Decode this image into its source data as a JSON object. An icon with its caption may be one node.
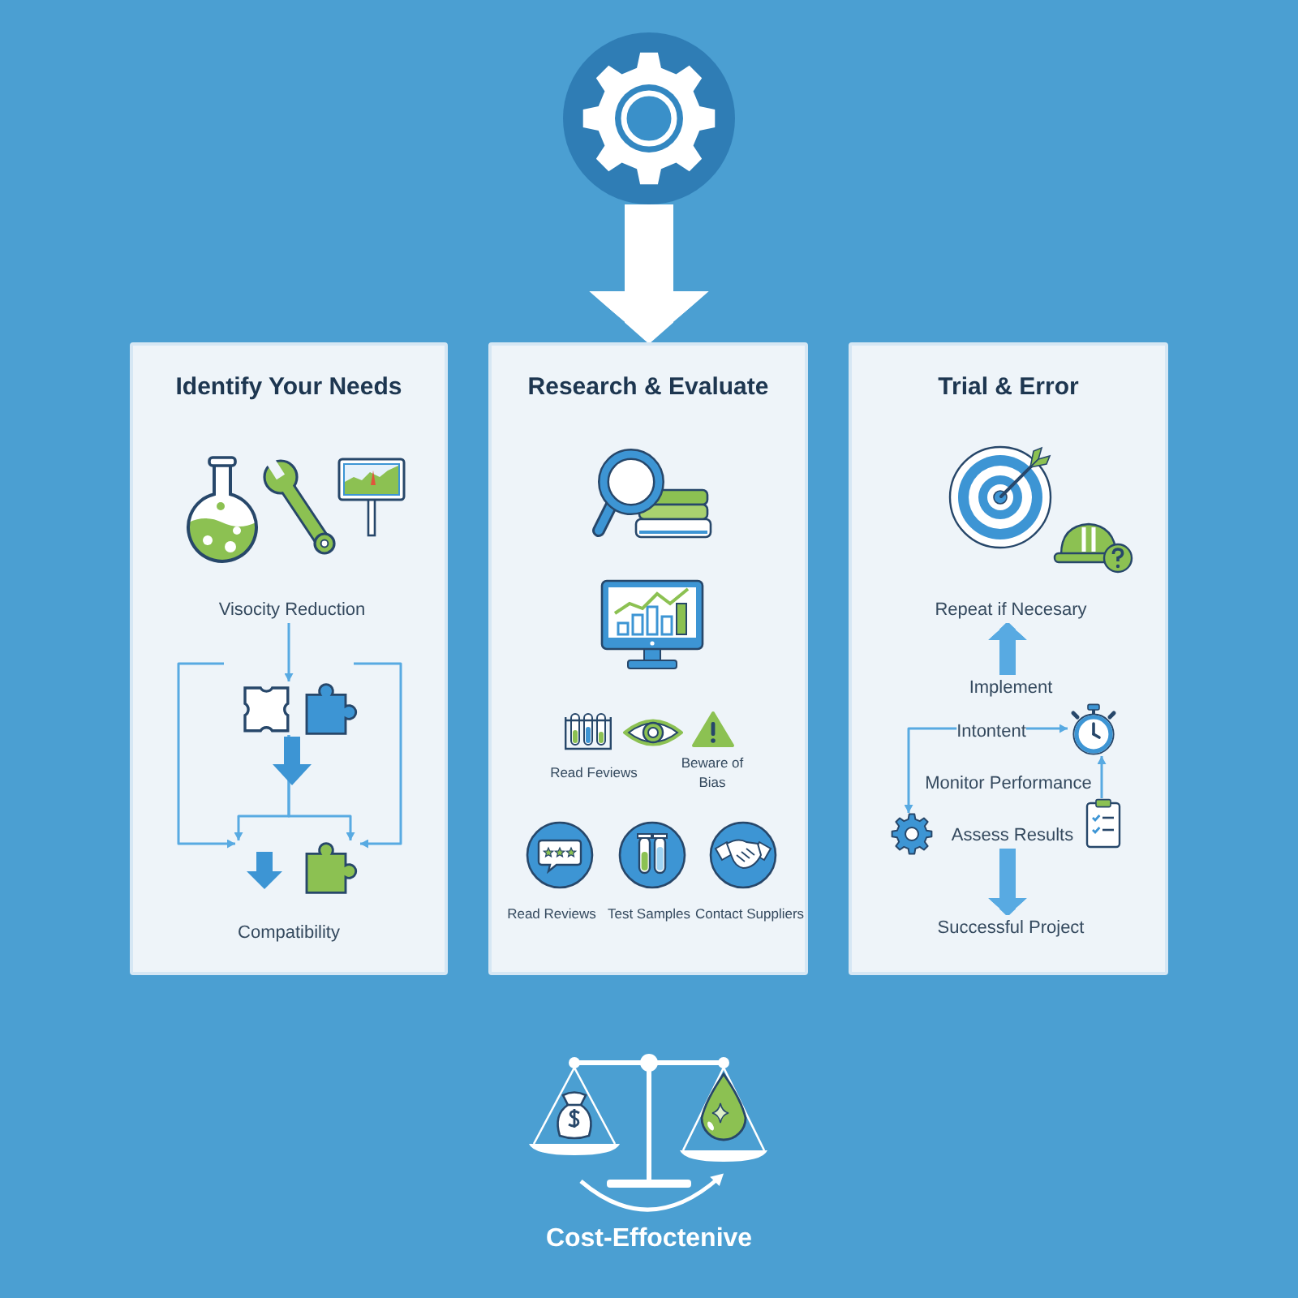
{
  "diagram": {
    "nodes": [
      {
        "text": [],
        "shape": "circle"
      },
      {
        "text": [
          "Identify Your Needs",
          "Compatibility"
        ]
      },
      {
        "text": [
          "Visocity Reduction"
        ],
        "in": 1
      },
      {
        "text": [],
        "shape": "picture",
        "in": 1
      },
      {
        "text": [],
        "shape": "picture",
        "in": 1
      },
      {
        "text": [
          "Research & Evaluate",
          "Read Feviews",
          "Beware of Bias",
          "Read Reviews",
          "Test Samples",
          "Contact Suppliers"
        ]
      },
      {
        "text": [
          "Trial & Error",
          "Monitor Performance"
        ]
      },
      {
        "text": [
          "Repeat if Necesary"
        ],
        "in": 6
      },
      {
        "text": [
          "Implement"
        ],
        "in": 6
      },
      {
        "text": [
          "Intontent"
        ],
        "in": 6
      },
      {
        "text": [],
        "shape": "picture",
        "in": 6
      },
      {
        "text": [],
        "shape": "picture",
        "in": 6
      },
      {
        "text": [],
        "shape": "picture",
        "in": 6
      },
      {
        "text": [
          "Assess Results"
        ],
        "in": 6
      },
      {
        "text": [
          "Successful Project"
        ],
        "in": 6
      }
    ],
    "edges": [
      {
        "from": 0,
        "to": 5,
        "arrow": "to",
        "style": "thick",
        "color": "#ffffff"
      },
      {
        "from": 2,
        "to": 3,
        "arrow": "to"
      },
      {
        "from": 3,
        "to": 4,
        "arrow": "to"
      },
      {
        "from": 3,
        "to": 4,
        "arrow": "to"
      },
      {
        "from": null,
        "to": 4,
        "arrow": "to"
      },
      {
        "from": null,
        "to": 4,
        "arrow": "to"
      },
      {
        "from": 8,
        "to": 7,
        "arrow": "to",
        "style": "thick"
      },
      {
        "from": 9,
        "to": 10,
        "arrow": "to"
      },
      {
        "from": 9,
        "to": 11,
        "arrow": "to"
      },
      {
        "from": 12,
        "to": 10,
        "arrow": "to"
      },
      {
        "from": 13,
        "to": 14,
        "arrow": "to",
        "style": "thick"
      }
    ],
    "labels": [
      "Cost-Effoctenive"
    ]
  }
}
